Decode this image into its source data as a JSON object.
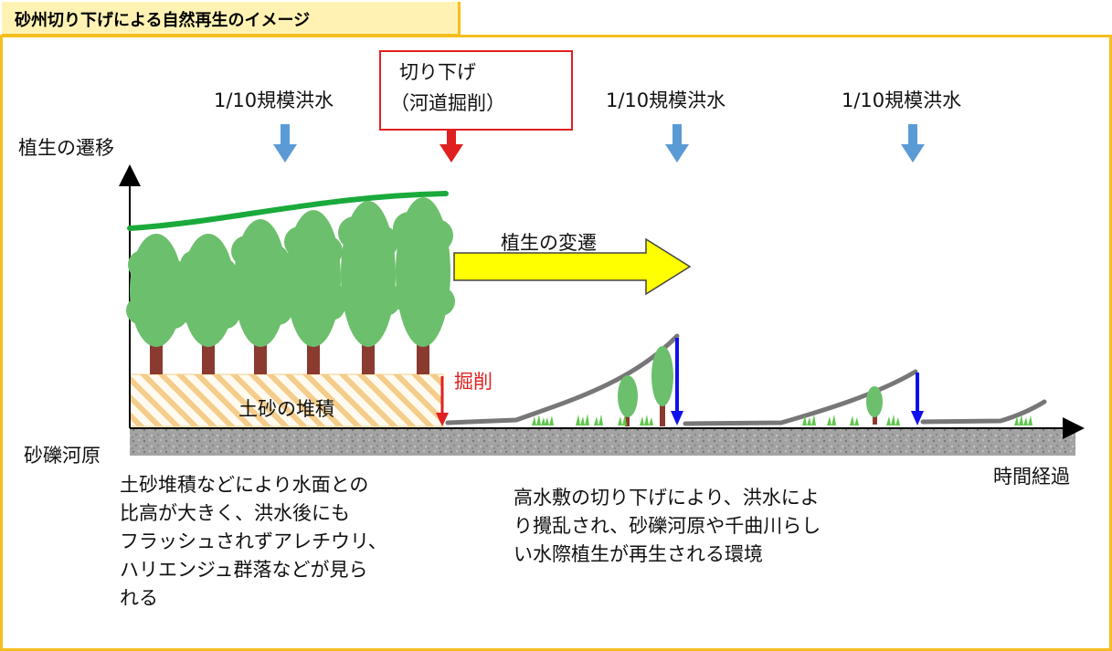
{
  "title": "砂州切り下げによる自然再生のイメージ",
  "y_axis_label": "植生の遷移",
  "x_axis_label": "時間経過",
  "gravel_label": "砂礫河原",
  "floods": [
    "1/10規模洪水",
    "1/10規模洪水",
    "1/10規模洪水"
  ],
  "cut": {
    "line1": "切り下げ",
    "line2": "（河道掘削）"
  },
  "transition_label": "植生の変遷",
  "excavation_label": "掘削",
  "sediment_label": "土砂の堆積",
  "left_description": [
    "土砂堆積などにより水面との",
    "比高が大きく、洪水後にも",
    "フラッシュされずアレチウリ、",
    "ハリエンジュ群落などが見ら",
    "れる"
  ],
  "right_description": [
    "高水敷の切り下げにより、洪水によ",
    "り攪乱され、砂礫河原や千曲川らし",
    "い水際植生が再生される環境"
  ],
  "colors": {
    "frame": "#f5be1e",
    "title_bg": "#fff2b3",
    "flood_arrow": "#5b9bd5",
    "cut_arrow": "#e02020",
    "tree": "#6cbf6c",
    "trunk": "#8b3a2f",
    "canopy_line": "#1aaa3c",
    "transition_arrow": "#ffff00",
    "sediment_hatch": "#f4cd8a",
    "gravel": "#9b9b9b",
    "scour_arrow": "#1010ee"
  }
}
